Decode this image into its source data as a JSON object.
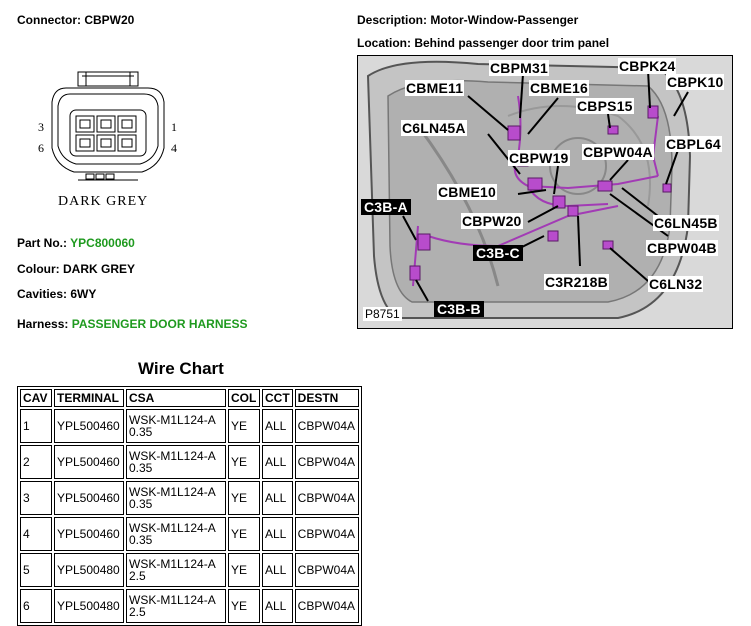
{
  "header": {
    "connector_label": "Connector: CBPW20",
    "description_label": "Description: Motor-Window-Passenger",
    "location_label": "Location: Behind passenger door trim panel"
  },
  "connector_diagram": {
    "pin_labels": {
      "top_left": "3",
      "bottom_left": "6",
      "top_right": "1",
      "bottom_right": "4"
    },
    "color_caption": "DARK GREY"
  },
  "info": {
    "part_no_label": "Part No.:",
    "part_no_value": "YPC800060",
    "colour": "Colour: DARK GREY",
    "cavities": "Cavities: 6WY",
    "harness_label": "Harness:",
    "harness_value": "PASSENGER DOOR HARNESS"
  },
  "location_image": {
    "callouts": [
      "CBPM31",
      "CBPK24",
      "CBME11",
      "CBME16",
      "CBPK10",
      "CBPS15",
      "C6LN45A",
      "CBPL64",
      "CBPW19",
      "CBPW04A",
      "CBME10",
      "C3B-A",
      "CBPW20",
      "C6LN45B",
      "C3B-C",
      "CBPW04B",
      "C3R218B",
      "C6LN32",
      "C3B-B"
    ],
    "ref": "P8751"
  },
  "wire_chart": {
    "title": "Wire Chart",
    "columns": [
      "CAV",
      "TERMINAL",
      "CSA",
      "COL",
      "CCT",
      "DESTN"
    ],
    "rows": [
      {
        "cav": "1",
        "terminal": "YPL500460",
        "csa_spec": "WSK-M1L124-A",
        "csa_size": "0.35",
        "col": "YE",
        "cct": "ALL",
        "destn": "CBPW04A"
      },
      {
        "cav": "2",
        "terminal": "YPL500460",
        "csa_spec": "WSK-M1L124-A",
        "csa_size": "0.35",
        "col": "YE",
        "cct": "ALL",
        "destn": "CBPW04A"
      },
      {
        "cav": "3",
        "terminal": "YPL500460",
        "csa_spec": "WSK-M1L124-A",
        "csa_size": "0.35",
        "col": "YE",
        "cct": "ALL",
        "destn": "CBPW04A"
      },
      {
        "cav": "4",
        "terminal": "YPL500460",
        "csa_spec": "WSK-M1L124-A",
        "csa_size": "0.35",
        "col": "YE",
        "cct": "ALL",
        "destn": "CBPW04A"
      },
      {
        "cav": "5",
        "terminal": "YPL500480",
        "csa_spec": "WSK-M1L124-A",
        "csa_size": "2.5",
        "col": "YE",
        "cct": "ALL",
        "destn": "CBPW04A"
      },
      {
        "cav": "6",
        "terminal": "YPL500480",
        "csa_spec": "WSK-M1L124-A",
        "csa_size": "2.5",
        "col": "YE",
        "cct": "ALL",
        "destn": "CBPW04A"
      }
    ]
  }
}
